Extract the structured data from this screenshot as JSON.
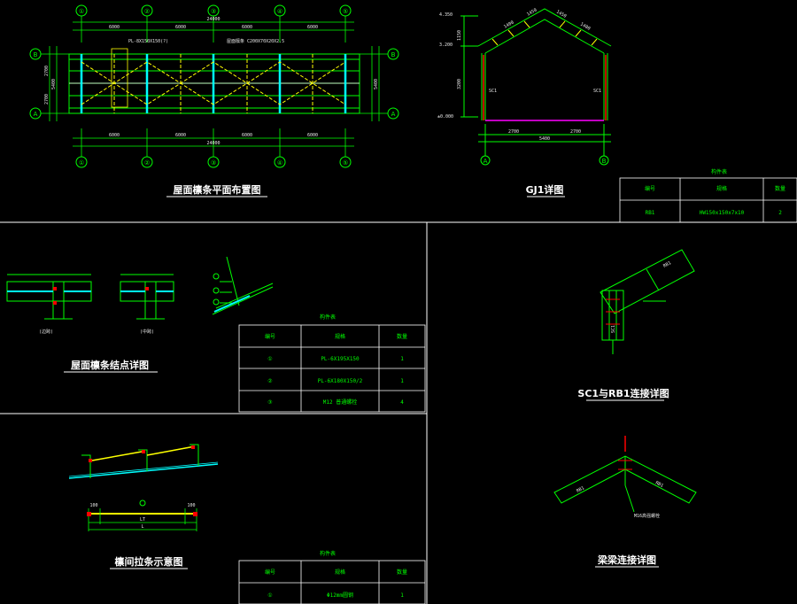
{
  "panels": {
    "roof_plan": {
      "title": "屋面檩条平面布置图",
      "axis_numbers": [
        "①",
        "②",
        "③",
        "④",
        "⑤"
      ],
      "axis_letters": [
        "B",
        "A"
      ],
      "top_dims": [
        "6000",
        "6000",
        "6000",
        "6000"
      ],
      "top_total": "24000",
      "bottom_dims": [
        "6000",
        "6000",
        "6000",
        "6000"
      ],
      "bottom_total": "24000",
      "side_dims": [
        "2700",
        "2700"
      ],
      "side_total": "5400",
      "note_left": "PL-8X150X150(?)",
      "note_right": "屋面檩条 C200X70X20X2.5"
    },
    "gj1": {
      "title": "GJ1详图",
      "elev_top": "4.350",
      "elev_eave": "3.200",
      "elev_ground": "±0.000",
      "col_height": "3200",
      "rise": "1150",
      "rafter_dims": [
        "1400",
        "1450",
        "1450",
        "1400"
      ],
      "bottom_dims": [
        "2700",
        "2700"
      ],
      "bottom_total": "5400",
      "col_left": "SC1",
      "col_right": "SC1",
      "axis_left": "A",
      "axis_right": "B",
      "table": {
        "caption": "构件表",
        "headers": [
          "编号",
          "规格",
          "数量"
        ],
        "rows": [
          [
            "RB1",
            "HW150x150x7x10",
            "2"
          ]
        ]
      }
    },
    "node_detail": {
      "title": "屋面檩条结点详图",
      "label_left": "(边跨)",
      "label_right": "(中跨)",
      "table": {
        "caption": "构件表",
        "headers": [
          "编号",
          "规格",
          "数量"
        ],
        "rows": [
          [
            "①",
            "PL-6X195X150",
            "1"
          ],
          [
            "②",
            "PL-6X180X150/2",
            "1"
          ],
          [
            "③",
            "M12 普通螺栓",
            "4"
          ]
        ]
      }
    },
    "sc1_rb1": {
      "title": "SC1与RB1连接详图",
      "label_rb": "RB1",
      "label_sc": "SC1"
    },
    "tie_rod": {
      "title": "檩间拉条示意图",
      "dims": [
        "100",
        "LT",
        "100"
      ],
      "total": "L",
      "table": {
        "caption": "构件表",
        "headers": [
          "编号",
          "规格",
          "数量"
        ],
        "rows": [
          [
            "①",
            "Φ12mm圆钢",
            "1"
          ]
        ]
      }
    },
    "beam_beam": {
      "title": "梁梁连接详图",
      "label_left": "RB1",
      "label_right": "RB1",
      "note": "M16高强螺栓"
    }
  },
  "colors": {
    "line": "#00ff00",
    "grid": "#ffffff",
    "cyan": "#00ffff",
    "yellow": "#ffff00",
    "magenta": "#ff00ff",
    "red": "#ff0000"
  }
}
